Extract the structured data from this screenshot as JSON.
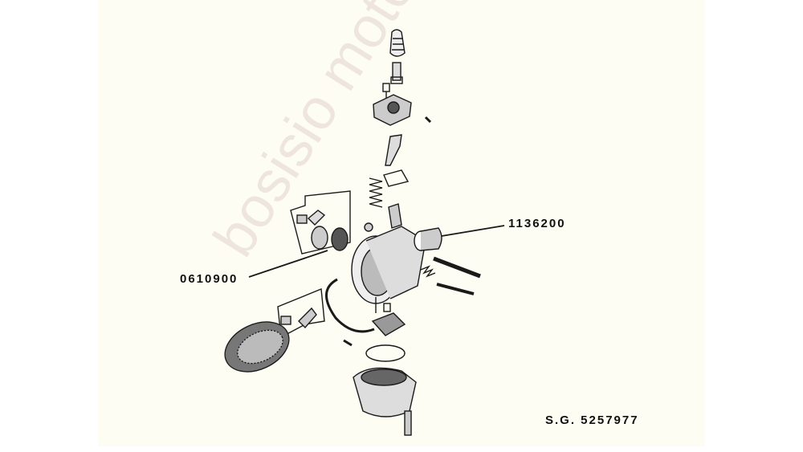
{
  "diagram": {
    "part_labels": [
      "1136200",
      "0610900"
    ],
    "reference": "S.G. 5257977",
    "watermark": "bosisio motori",
    "colors": {
      "page": "#fdfdf3",
      "ink": "#111111"
    }
  }
}
